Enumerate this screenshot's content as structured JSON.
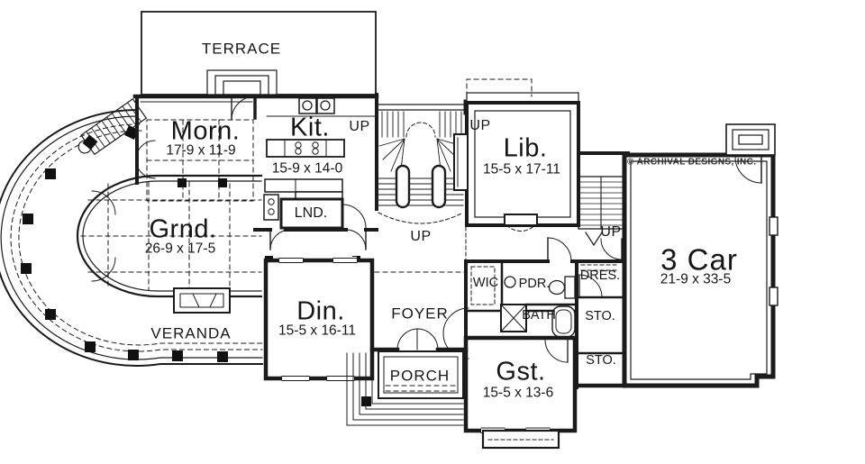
{
  "copyright": "© ARCHIVAL DESIGNS, INC.",
  "rooms": {
    "terrace": {
      "label": "TERRACE"
    },
    "morn": {
      "label": "Morn.",
      "dims": "17-9 x 11-9"
    },
    "kit": {
      "label": "Kit.",
      "dims": "15-9 x 14-0"
    },
    "lib": {
      "label": "Lib.",
      "dims": "15-5 x 17-11"
    },
    "grand": {
      "label": "Grnd.",
      "dims": "26-9 x 17-5"
    },
    "din": {
      "label": "Din.",
      "dims": "15-5 x 16-11"
    },
    "gst": {
      "label": "Gst.",
      "dims": "15-5 x 13-6"
    },
    "garage": {
      "label": "3 Car",
      "dims": "21-9 x 33-5"
    },
    "lnd": {
      "label": "LND."
    },
    "veranda": {
      "label": "VERANDA"
    },
    "foyer": {
      "label": "FOYER"
    },
    "porch": {
      "label": "PORCH"
    },
    "wic": {
      "label": "WIC"
    },
    "pdr": {
      "label": "PDR."
    },
    "dres": {
      "label": "DRES."
    },
    "bath": {
      "label": "BATH"
    },
    "sto_upper": {
      "label": "STO."
    },
    "sto_lower": {
      "label": "STO."
    }
  },
  "stairs": {
    "up_left": "UP",
    "up_right": "UP",
    "up_center": "UP",
    "up_east": "UP"
  }
}
